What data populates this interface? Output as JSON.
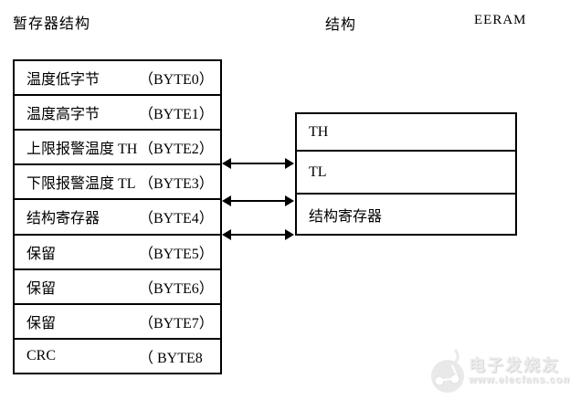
{
  "header": {
    "scratchpad_title": "暂存器结构",
    "structure_label": "结构",
    "eeram_label": "EERAM"
  },
  "scratchpad_table": {
    "rows": [
      {
        "label": "温度低字节",
        "byte": "（BYTE0）"
      },
      {
        "label": "温度高字节",
        "byte": "（BYTE1）"
      },
      {
        "label": "上限报警温度 TH",
        "byte": "（BYTE2）"
      },
      {
        "label": "下限报警温度 TL",
        "byte": "（BYTE3）"
      },
      {
        "label": "结构寄存器",
        "byte": "（BYTE4）"
      },
      {
        "label": "保留",
        "byte": "（BYTE5）"
      },
      {
        "label": "保留",
        "byte": "（BYTE6）"
      },
      {
        "label": "保留",
        "byte": "（BYTE7）"
      },
      {
        "label": "CRC",
        "byte": "（ BYTE8"
      }
    ]
  },
  "eeram_box": {
    "rows": [
      {
        "label": "TH"
      },
      {
        "label": "TL"
      },
      {
        "label": "结构寄存器"
      }
    ]
  },
  "watermark": {
    "brand": "电子发烧友",
    "url": "www.elecfans.com"
  },
  "colors": {
    "line": "#000000",
    "text": "#000000",
    "background": "#ffffff",
    "watermark": "#ececec"
  }
}
